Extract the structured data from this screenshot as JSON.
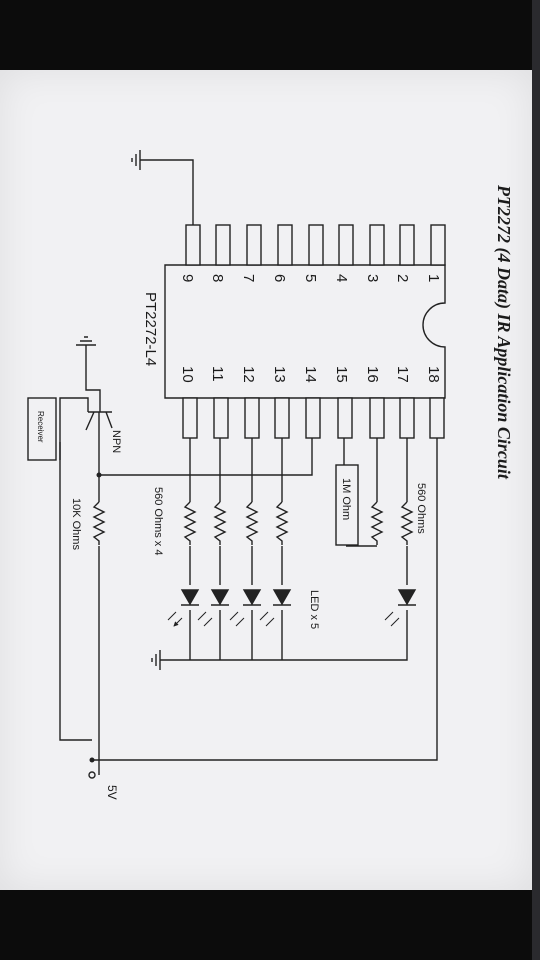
{
  "diagram": {
    "title": "PT2272 (4 Data) IR Application Circuit",
    "chip_label": "PT2272-L4",
    "left_pins": [
      "1",
      "2",
      "3",
      "4",
      "5",
      "6",
      "7",
      "8",
      "9"
    ],
    "right_pins": [
      "18",
      "17",
      "16",
      "15",
      "14",
      "13",
      "12",
      "11",
      "10"
    ],
    "labels": {
      "r_top": "560 Ohms",
      "r_1m": "1M Ohm",
      "r_bank": "560 Ohms x 4",
      "led": "LED x 5",
      "r_10k": "10K Ohms",
      "npn": "NPN",
      "receiver": "Receiver",
      "vcc": "5V"
    },
    "colors": {
      "line": "#222222",
      "paper": "#f1f1f3"
    }
  }
}
